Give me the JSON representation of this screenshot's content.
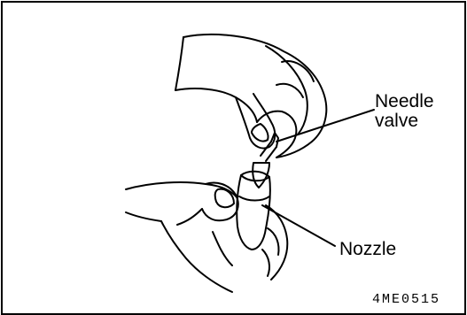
{
  "labels": {
    "needle_line1": "Needle",
    "needle_line2": "valve",
    "nozzle": "Nozzle"
  },
  "figure_code": "4ME0515",
  "colors": {
    "line": "#000000",
    "background": "#ffffff"
  }
}
